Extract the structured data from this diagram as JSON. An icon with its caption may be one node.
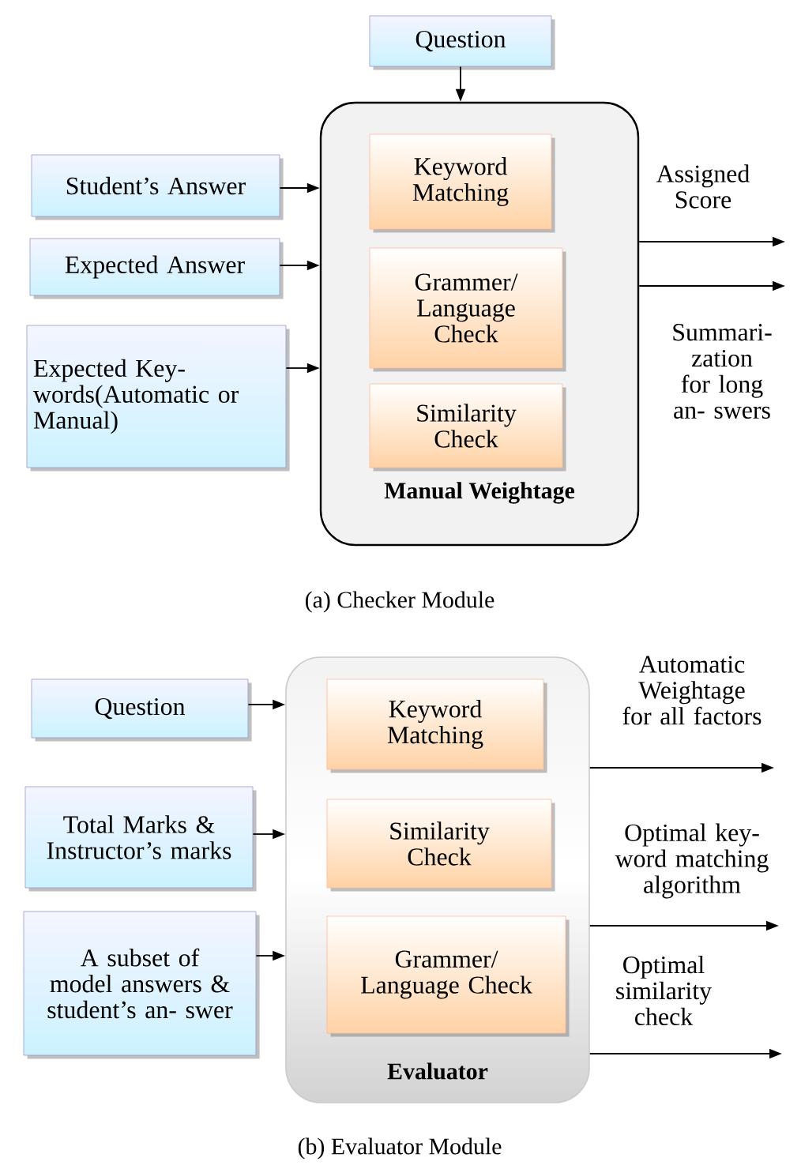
{
  "diagram": {
    "nodes": [
      {
        "text": [
          "Question"
        ]
      },
      {
        "text": [
          "Manual Weightage"
        ]
      },
      {
        "text": [
          "Keyword Matching"
        ],
        "in": 1
      },
      {
        "text": [
          "Grammer/ Language Check"
        ],
        "in": 1
      },
      {
        "text": [
          "Similarity Check"
        ],
        "in": 1
      },
      {
        "text": [
          "Student’s Answer"
        ]
      },
      {
        "text": [
          "Expected Answer"
        ]
      },
      {
        "text": [
          "Expected Key- words(Automatic or Manual)"
        ]
      },
      {
        "text": [
          "Evaluator"
        ]
      },
      {
        "text": [
          "Keyword Matching"
        ],
        "in": 8
      },
      {
        "text": [
          "Similarity Check"
        ],
        "in": 8
      },
      {
        "text": [
          "Grammer/ Language Check"
        ],
        "in": 8
      },
      {
        "text": [
          "Question"
        ]
      },
      {
        "text": [
          "Total Marks & Instructor’s marks"
        ]
      },
      {
        "text": [
          "A subset of model answers & student’s an- swer"
        ]
      }
    ],
    "edges": [
      {
        "from": 0,
        "to": 1,
        "arrow": "to"
      },
      {
        "from": 5,
        "to": 1,
        "arrow": "to"
      },
      {
        "from": 6,
        "to": 1,
        "arrow": "to"
      },
      {
        "from": 7,
        "to": 1,
        "arrow": "to"
      },
      {
        "from": 1,
        "to": null,
        "arrow": "to",
        "label": "Assigned Score"
      },
      {
        "from": 1,
        "to": null,
        "arrow": "to",
        "label": "Summari- zation for long an- swers"
      },
      {
        "from": 12,
        "to": 8,
        "arrow": "to"
      },
      {
        "from": 13,
        "to": 8,
        "arrow": "to"
      },
      {
        "from": 14,
        "to": 8,
        "arrow": "to"
      },
      {
        "from": 8,
        "to": null,
        "arrow": "to",
        "label": "Automatic Weightage for all factors"
      },
      {
        "from": 8,
        "to": null,
        "arrow": "to",
        "label": "Optimal key- word matching algorithm"
      },
      {
        "from": 8,
        "to": null,
        "arrow": "to",
        "label": "Optimal similarity check"
      }
    ],
    "labels": [
      "(a) Checker Module",
      "(b) Evaluator Module"
    ]
  }
}
